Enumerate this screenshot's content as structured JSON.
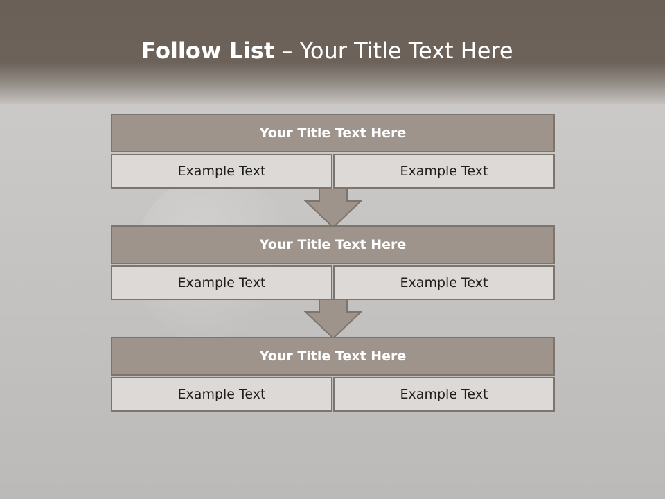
{
  "header": {
    "title_strong": "Follow List",
    "title_rest": " – Your Title Text Here"
  },
  "blocks": [
    {
      "title": "Your Title Text Here",
      "left": "Example Text",
      "right": "Example Text"
    },
    {
      "title": "Your Title Text Here",
      "left": "Example Text",
      "right": "Example Text"
    },
    {
      "title": "Your Title Text Here",
      "left": "Example Text",
      "right": "Example Text"
    }
  ],
  "colors": {
    "header_bg": "#6a6058",
    "title_bar": "#9e948b",
    "cell_bg": "#dcd9d6",
    "border": "#7d746c",
    "arrow": "#9e948b"
  },
  "icons": [
    "arrow-down-icon",
    "arrow-down-icon"
  ]
}
